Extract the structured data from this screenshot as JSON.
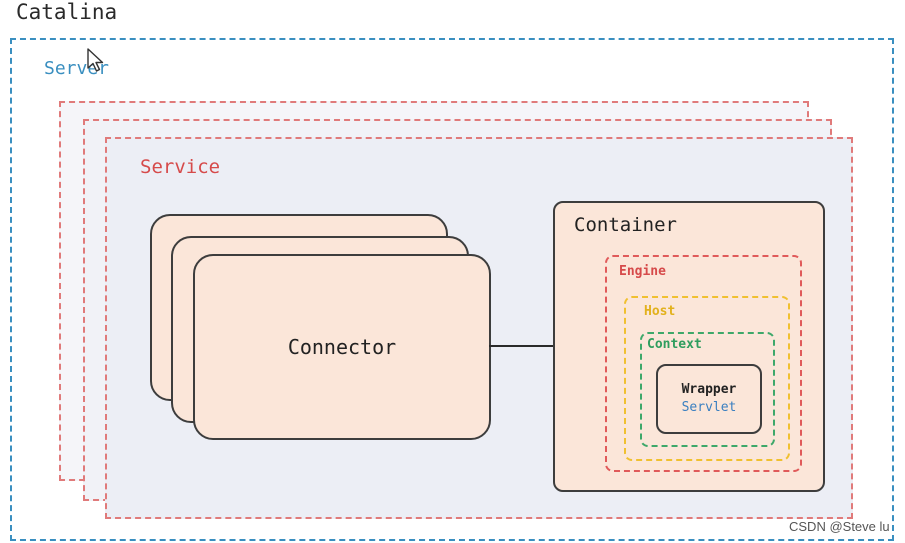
{
  "catalina": "Catalina",
  "server": "Server",
  "service": "Service",
  "connector": "Connector",
  "container": "Container",
  "engine": "Engine",
  "host": "Host",
  "context": "Context",
  "wrapper": "Wrapper",
  "servlet": "Servlet",
  "watermark": "CSDN @Steve lu",
  "colors": {
    "server": "#3a8fc0",
    "service": "#d64a4a",
    "engine": "#d64a4a",
    "host": "#e2b11c",
    "context": "#2f9d5e",
    "servlet": "#3a7fc0",
    "card_fill": "#fbe6d9"
  },
  "icons": {
    "cursor": "mouse-pointer-icon"
  }
}
